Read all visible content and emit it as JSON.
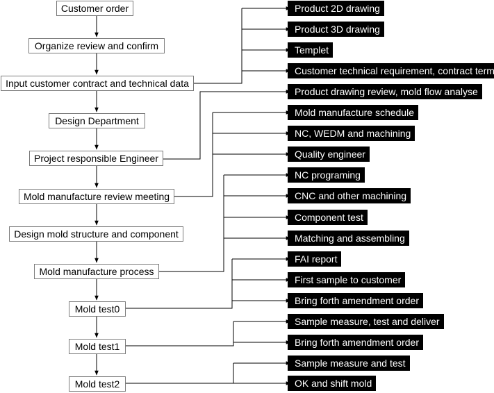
{
  "flow": {
    "steps": [
      "Customer order",
      "Organize review and confirm",
      "Input customer contract and technical data",
      "Design Department",
      "Project responsible Engineer",
      "Mold manufacture review meeting",
      "Design mold structure and component",
      "Mold manufacture process",
      "Mold test0",
      "Mold test1",
      "Mold test2"
    ],
    "outputs": [
      "Product 2D drawing",
      "Product 3D drawing",
      "Templet",
      "Customer technical requirement, contract term",
      "Product drawing review, mold flow analyse",
      "Mold manufacture schedule",
      "NC, WEDM and machining",
      "Quality engineer",
      "NC programing",
      "CNC and other machining",
      "Component test",
      "Matching and assembling",
      "FAI report",
      "First sample to customer",
      "Bring forth amendment order",
      "Sample measure, test and deliver",
      "Bring forth amendment order",
      "Sample measure and test",
      "OK and shift mold"
    ]
  },
  "colors": {
    "box_border": "#7a7a7a",
    "output_bg": "#000000",
    "output_text": "#ffffff",
    "line": "#000000"
  }
}
